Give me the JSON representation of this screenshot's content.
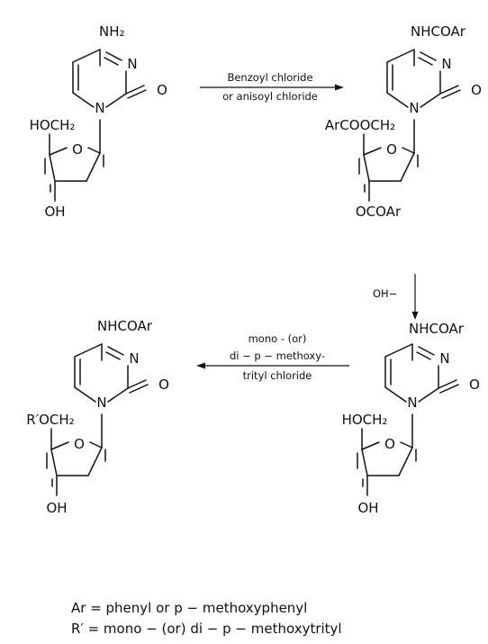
{
  "molecules": [
    {
      "id": "deoxycytidine",
      "base_substituent": "NH₂",
      "ring_n3": "N",
      "ring_n1": "N",
      "carbonyl_o": "O",
      "sugar_o": "O",
      "c5_group": "HOCH₂",
      "c3_group": "OH"
    },
    {
      "id": "tribenzoylated",
      "base_substituent": "NHCOAr",
      "ring_n3": "N",
      "ring_n1": "N",
      "carbonyl_o": "O",
      "sugar_o": "O",
      "c5_group": "ArCOOCH₂",
      "c3_group": "OCOAr"
    },
    {
      "id": "n-acyl",
      "base_substituent": "NHCOAr",
      "ring_n3": "N",
      "ring_n1": "N",
      "carbonyl_o": "O",
      "sugar_o": "O",
      "c5_group": "HOCH₂",
      "c3_group": "OH"
    },
    {
      "id": "tritylated",
      "base_substituent": "NHCOAr",
      "ring_n3": "N",
      "ring_n1": "N",
      "carbonyl_o": "O",
      "sugar_o": "O",
      "c5_group": "R′OCH₂",
      "c3_group": "OH"
    }
  ],
  "reactions": {
    "step1": {
      "line1": "Benzoyl chloride",
      "line2": "or anisoyl chloride"
    },
    "step2": {
      "reagent": "OH−"
    },
    "step3": {
      "line1": "mono - (or)",
      "line2": "di − p − methoxy-",
      "line3": "trityl chloride"
    }
  },
  "legend": {
    "line1": "Ar = phenyl  or  p − methoxyphenyl",
    "line2": "R′ = mono − (or) di − p − methoxytrityl"
  }
}
